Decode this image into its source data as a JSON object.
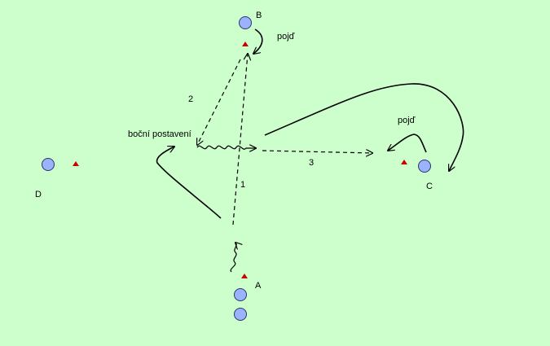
{
  "colors": {
    "background": "#ccffcc",
    "player_fill": "#99b3ff",
    "player_stroke": "#333366",
    "cone": "#cc0000",
    "line": "#000000"
  },
  "labels": {
    "player_a": "A",
    "player_b": "B",
    "player_c": "C",
    "player_d": "D",
    "pass_1": "1",
    "pass_2": "2",
    "pass_3": "3",
    "move_b": "pojď",
    "move_c": "pojď",
    "side_position": "boční postavení"
  },
  "icons": {
    "player": "circle-player-icon",
    "cone": "cone-marker-icon"
  }
}
